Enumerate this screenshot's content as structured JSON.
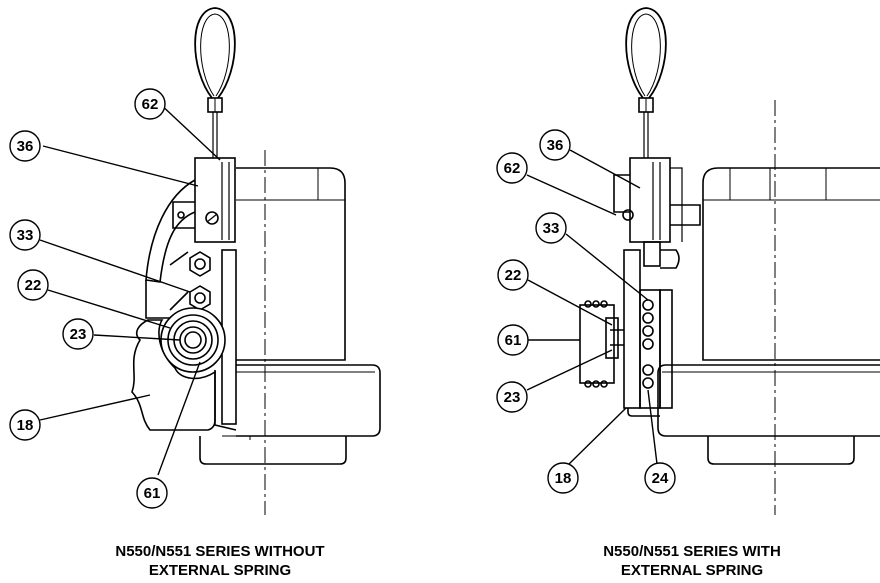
{
  "left_view": {
    "caption_line1": "N550/N551 SERIES WITHOUT",
    "caption_line2": "EXTERNAL SPRING",
    "callouts": [
      "62",
      "36",
      "33",
      "22",
      "23",
      "18",
      "61"
    ]
  },
  "right_view": {
    "caption_line1": "N550/N551 SERIES WITH",
    "caption_line2": "EXTERNAL SPRING",
    "callouts": [
      "36",
      "62",
      "33",
      "22",
      "61",
      "23",
      "18",
      "24"
    ]
  },
  "colors": {
    "line": "#000000",
    "background": "#ffffff",
    "hatch": "#000000"
  }
}
